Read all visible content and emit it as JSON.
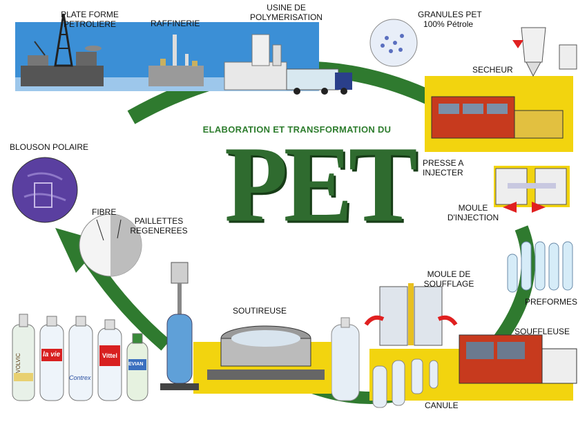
{
  "title": {
    "subtitle": "ELABORATION ET TRANSFORMATION DU",
    "main": "PET"
  },
  "labels": {
    "plate_forme": [
      "PLATE FORME",
      "PETROLIERE"
    ],
    "raffinerie": "RAFFINERIE",
    "usine": [
      "USINE DE",
      "POLYMERISATION"
    ],
    "granules": [
      "GRANULES PET",
      "100% Pétrole"
    ],
    "secheur": "SECHEUR",
    "presse": [
      "PRESSE A",
      "INJECTER"
    ],
    "moule_injection": [
      "MOULE",
      "D'INJECTION"
    ],
    "preformes": "PREFORMES",
    "moule_soufflage": [
      "MOULE DE",
      "SOUFFLAGE"
    ],
    "souffleuse": "SOUFFLEUSE",
    "canule": "CANULE",
    "soutireuse": "SOUTIREUSE",
    "fibre": "FIBRE",
    "paillettes": [
      "PAILLETTES",
      "REGENEREES"
    ],
    "blouson": "BLOUSON POLAIRE"
  },
  "bottle_brands": [
    "VOLVIC",
    "la vie",
    "Contrex",
    "Vittel",
    "EVIAN"
  ],
  "colors": {
    "cycle_green": "#2f7a2f",
    "panel_blue": "#3b8fd6",
    "panel_yellow": "#f2d40f",
    "fleece_purple": "#5a3fa0",
    "title_green": "#2e7d2e"
  }
}
